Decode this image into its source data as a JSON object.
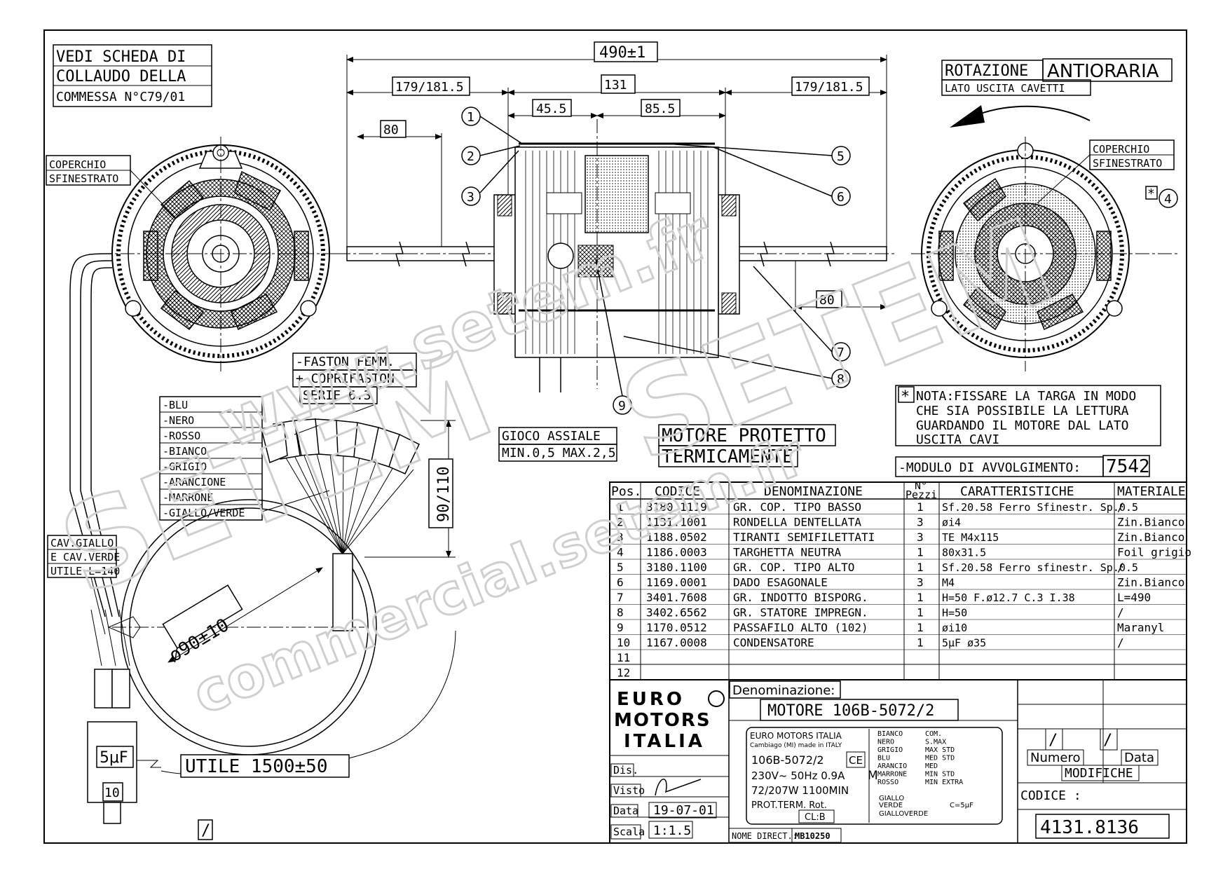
{
  "notes": {
    "collaudo": [
      "VEDI SCHEDA DI",
      "COLLAUDO DELLA",
      "COMMESSA N°C79/01"
    ],
    "coperchio_left": [
      "COPERCHIO",
      "SFINESTRATO"
    ],
    "coperchio_right": [
      "COPERCHIO",
      "SFINESTRATO"
    ],
    "rotation": "ROTAZIONE",
    "rotation_dir": "ANTIORARIA",
    "rotation_side": "LATO USCITA CAVETTI",
    "faston": [
      "-FASTON FEMM.",
      "+ COPRIFASTON",
      "SERIE 6.3"
    ],
    "gioco": [
      "GIOCO ASSIALE",
      "MIN.0,5 MAX.2,5"
    ],
    "protetto": [
      "MOTORE PROTETTO",
      "TERMICAMENTE"
    ],
    "nota_star": "*",
    "nota": [
      "NOTA:FISSARE LA TARGA IN MODO",
      "CHE SIA  POSSIBILE LA LETTURA",
      "GUARDANDO IL MOTORE DAL LATO",
      "USCITA CAVI"
    ],
    "modulo_label": "-MODULO DI AVVOLGIMENTO:",
    "modulo_value": "7542",
    "cavo": [
      "CAV.GIALLO",
      "E CAV.VERDE",
      "UTILE L=140"
    ],
    "utile": "UTILE 1500±50",
    "cap": "5μF",
    "cap_pos": "10",
    "slash": "/",
    "star4": "*",
    "wm1": "SETEM",
    "wm2": "www.setem.fr",
    "wm3": "commercial.setem.fr",
    "wm4": "SETEM"
  },
  "wires": [
    "-BLU",
    "-NERO",
    "-ROSSO",
    "-BIANCO",
    "-GRIGIO",
    "-ARANCIONE",
    "-MARRONE",
    "-GIALLO/VERDE"
  ],
  "dims": {
    "overall": "490±1",
    "left": "179/181.5",
    "center": "131",
    "right": "179/181.5",
    "d455": "45.5",
    "d855": "85.5",
    "d80a": "80",
    "d80b": "80",
    "h90": "90/110",
    "dia": "ø90±10"
  },
  "balloons": [
    "1",
    "2",
    "3",
    "5",
    "6",
    "7",
    "8",
    "9",
    "4"
  ],
  "bom": {
    "headers": [
      "Pos.",
      "CODICE",
      "DENOMINAZIONE",
      "N°",
      "Pezzi",
      "CARATTERISTICHE",
      "MATERIALE"
    ],
    "rows": [
      [
        "1",
        "3180.1119",
        "GR. COP. TIPO BASSO",
        "1",
        "Sf.20.58 Ferro Sfinestr. Sp.0.5",
        "/"
      ],
      [
        "2",
        "1131.1001",
        "RONDELLA DENTELLATA",
        "3",
        "øi4",
        "Zin.Bianco"
      ],
      [
        "3",
        "1188.0502",
        "TIRANTI SEMIFILETTATI",
        "3",
        "TE M4x115",
        "Zin.Bianco"
      ],
      [
        "4",
        "1186.0003",
        "TARGHETTA NEUTRA",
        "1",
        "80x31.5",
        "Foil grigio"
      ],
      [
        "5",
        "3180.1100",
        "GR. COP. TIPO ALTO",
        "1",
        "Sf.20.58 Ferro sfinestr. Sp.0.5",
        "/"
      ],
      [
        "6",
        "1169.0001",
        "DADO ESAGONALE",
        "3",
        "M4",
        "Zin.Bianco"
      ],
      [
        "7",
        "3401.7608",
        "GR. INDOTTO BISPORG.",
        "1",
        "H=50 F.ø12.7 C.3 I.38",
        "L=490"
      ],
      [
        "8",
        "3402.6562",
        "GR. STATORE IMPREGN.",
        "1",
        "H=50",
        "/"
      ],
      [
        "9",
        "1170.0512",
        "PASSAFILO ALTO (102)",
        "1",
        "øi10",
        "Maranyl"
      ],
      [
        "10",
        "1167.0008",
        "CONDENSATORE",
        "1",
        "5μF  ø35",
        "/"
      ],
      [
        "11",
        "",
        "",
        "",
        "",
        ""
      ],
      [
        "12",
        "",
        "",
        "",
        "",
        ""
      ]
    ]
  },
  "title_block": {
    "logo": [
      "EURO",
      "MOTORS",
      "ITALIA"
    ],
    "denominazione_label": "Denominazione:",
    "denominazione": "MOTORE 106B-5072/2",
    "dis": "Dis.",
    "visto": "Visto",
    "data_label": "Data",
    "data": "19-07-01",
    "scala_label": "Scala",
    "scala": "1:1.5",
    "nome_direct": "NOME DIRECT.:",
    "nome_direct_val": "MB10250",
    "numero": "Numero",
    "data_mod": "Data",
    "modifiche": "MODIFICHE",
    "codice_label": "CODICE :",
    "codice": "4131.8136",
    "mod_slash1": "/",
    "mod_slash2": "/"
  },
  "plate": {
    "brand": "EURO MOTORS ITALIA",
    "origin": "Cambiago (MI) made in ITALY",
    "model": "106B-5072/2",
    "ce": "CE",
    "m": "M",
    "electrical": "230V~ 50Hz 0.9A",
    "power": "72/207W 1100MIN",
    "protection": "PROT.TERM. Rot.",
    "class": "CL:B",
    "wiring": [
      [
        "BIANCO",
        "COM."
      ],
      [
        "NERO",
        "S.MAX"
      ],
      [
        "GRIGIO",
        "MAX STD"
      ],
      [
        "BLU",
        "MED STD"
      ],
      [
        "ARANCIO",
        "MED"
      ],
      [
        "MARRONE",
        "MIN STD"
      ],
      [
        "ROSSO",
        "MIN EXTRA"
      ]
    ],
    "giallo": "GIALLO",
    "verde": "VERDE",
    "giallverde": "GIALLOVERDE",
    "cap": "C=5μF"
  }
}
